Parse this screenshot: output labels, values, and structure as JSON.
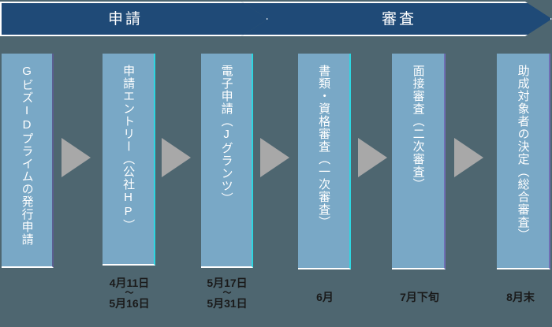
{
  "banner": {
    "phases": [
      {
        "label": "申請"
      },
      {
        "label": "審査"
      }
    ]
  },
  "steps": [
    {
      "label": "GビズIDプライムの発行申請",
      "accent": "#5b5f92"
    },
    {
      "label": "申請エントリー（公社HP）",
      "accent": "#2ed6e0"
    },
    {
      "label": "電子申請（Jグランツ）",
      "accent": "#2ed6e0"
    },
    {
      "label": "書類・資格審査（一次審査）",
      "accent": "#2ed6e0"
    },
    {
      "label": "面接審査（二次審査）",
      "accent": "#6f6fb5"
    },
    {
      "label": "助成対象者の決定（総合審査）",
      "accent": "#6f6fb5"
    }
  ],
  "connectors": [
    {
      "name": "arrow-1"
    },
    {
      "name": "arrow-2"
    },
    {
      "name": "arrow-3"
    },
    {
      "name": "arrow-4"
    },
    {
      "name": "arrow-5"
    }
  ],
  "dates": [
    {
      "start": "4月11日",
      "separator": "〜",
      "end": "5月16日"
    },
    {
      "start": "5月17日",
      "separator": "〜",
      "end": "5月31日"
    },
    {
      "start": "6月",
      "separator": "",
      "end": ""
    },
    {
      "start": "7月下旬",
      "separator": "",
      "end": ""
    },
    {
      "start": "8月末",
      "separator": "",
      "end": ""
    }
  ],
  "colors": {
    "background": "#4e6670",
    "banner": "#1f4a77",
    "box_fill": "#79a8c6",
    "arrow_gray": "#a8a8a8",
    "text_light": "#ffffff",
    "text_dark": "#1a1a1a"
  }
}
